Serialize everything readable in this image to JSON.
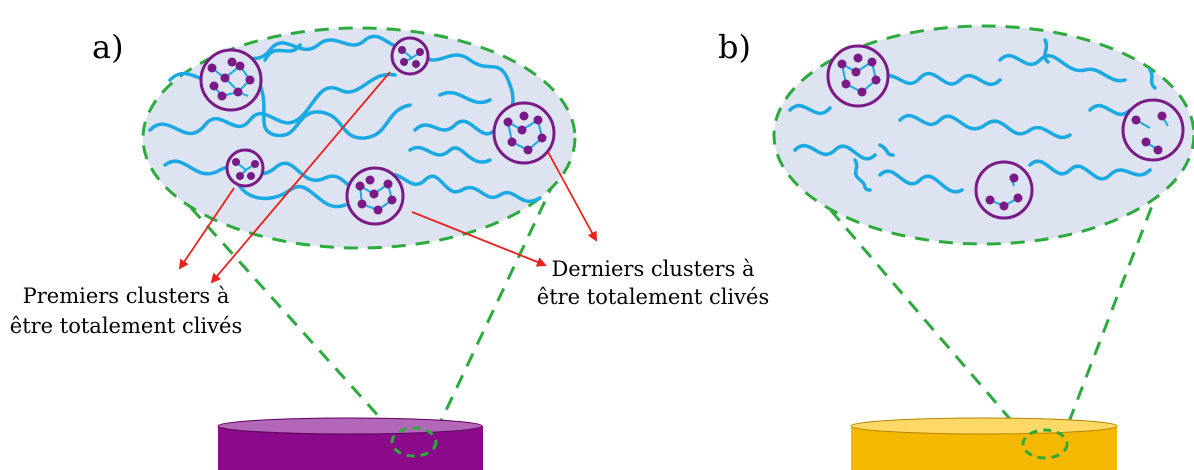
{
  "panels": [
    {
      "label": "a)",
      "disk_color": "#8a0a8a",
      "disk_top_color": "#b267b8"
    },
    {
      "label": "b)",
      "disk_color": "#f5b800",
      "disk_top_color": "#ffd966"
    }
  ],
  "annotations": {
    "first_clusters": [
      "Premiers clusters à",
      "être totalement clivés"
    ],
    "last_clusters": [
      "Derniers clusters à",
      "être totalement clivés"
    ]
  },
  "colors": {
    "ellipse_fill": "#dde3f1",
    "ellipse_stroke": "#2bab3c",
    "chain": "#1ba9e3",
    "cluster_ring": "#7a1a86",
    "cluster_dot": "#7a1a86",
    "arrow": "#e8231c"
  }
}
